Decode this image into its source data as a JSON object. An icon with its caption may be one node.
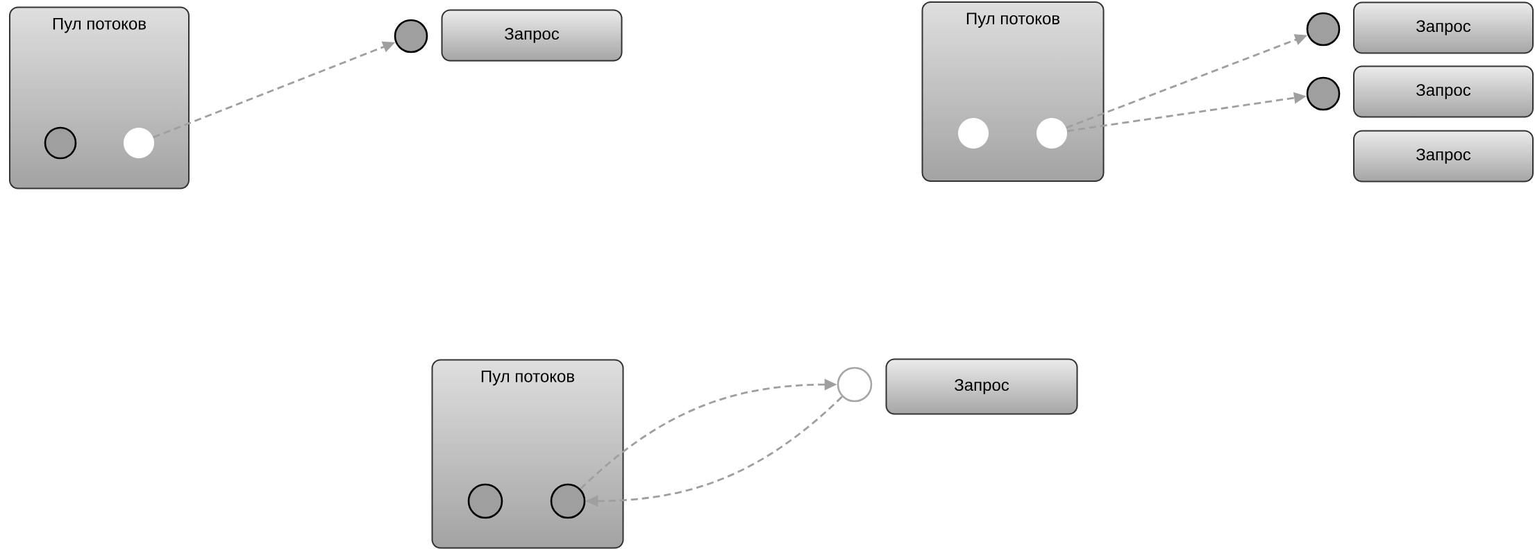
{
  "diagram": {
    "nodes": [
      {
        "text": [
          "Пул потоков"
        ]
      },
      {
        "text": [],
        "shape": "circle",
        "in": 0
      },
      {
        "text": [],
        "shape": "circle",
        "in": 0
      },
      {
        "text": [],
        "shape": "circle"
      },
      {
        "text": [
          "Запрос"
        ]
      },
      {
        "text": [
          "Пул потоков"
        ]
      },
      {
        "text": [],
        "shape": "circle",
        "in": 5
      },
      {
        "text": [],
        "shape": "circle",
        "in": 5
      },
      {
        "text": [],
        "shape": "circle"
      },
      {
        "text": [
          "Запрос"
        ]
      },
      {
        "text": [],
        "shape": "circle"
      },
      {
        "text": [
          "Запрос"
        ]
      },
      {
        "text": [
          "Запрос"
        ]
      },
      {
        "text": [
          "Пул потоков"
        ]
      },
      {
        "text": [],
        "shape": "circle",
        "in": 13
      },
      {
        "text": [],
        "shape": "circle",
        "in": 13
      },
      {
        "text": [],
        "shape": "circle"
      },
      {
        "text": [
          "Запрос"
        ]
      }
    ],
    "edges": [
      {
        "from": 2,
        "to": 3,
        "arrow": "to",
        "style": "dashed"
      },
      {
        "from": 7,
        "to": 8,
        "arrow": "to",
        "style": "dashed"
      },
      {
        "from": 7,
        "to": 10,
        "arrow": "to",
        "style": "dashed"
      },
      {
        "from": 15,
        "to": 16,
        "arrow": "to",
        "style": "dashed"
      },
      {
        "from": 16,
        "to": 15,
        "arrow": "to",
        "style": "dashed"
      }
    ]
  }
}
